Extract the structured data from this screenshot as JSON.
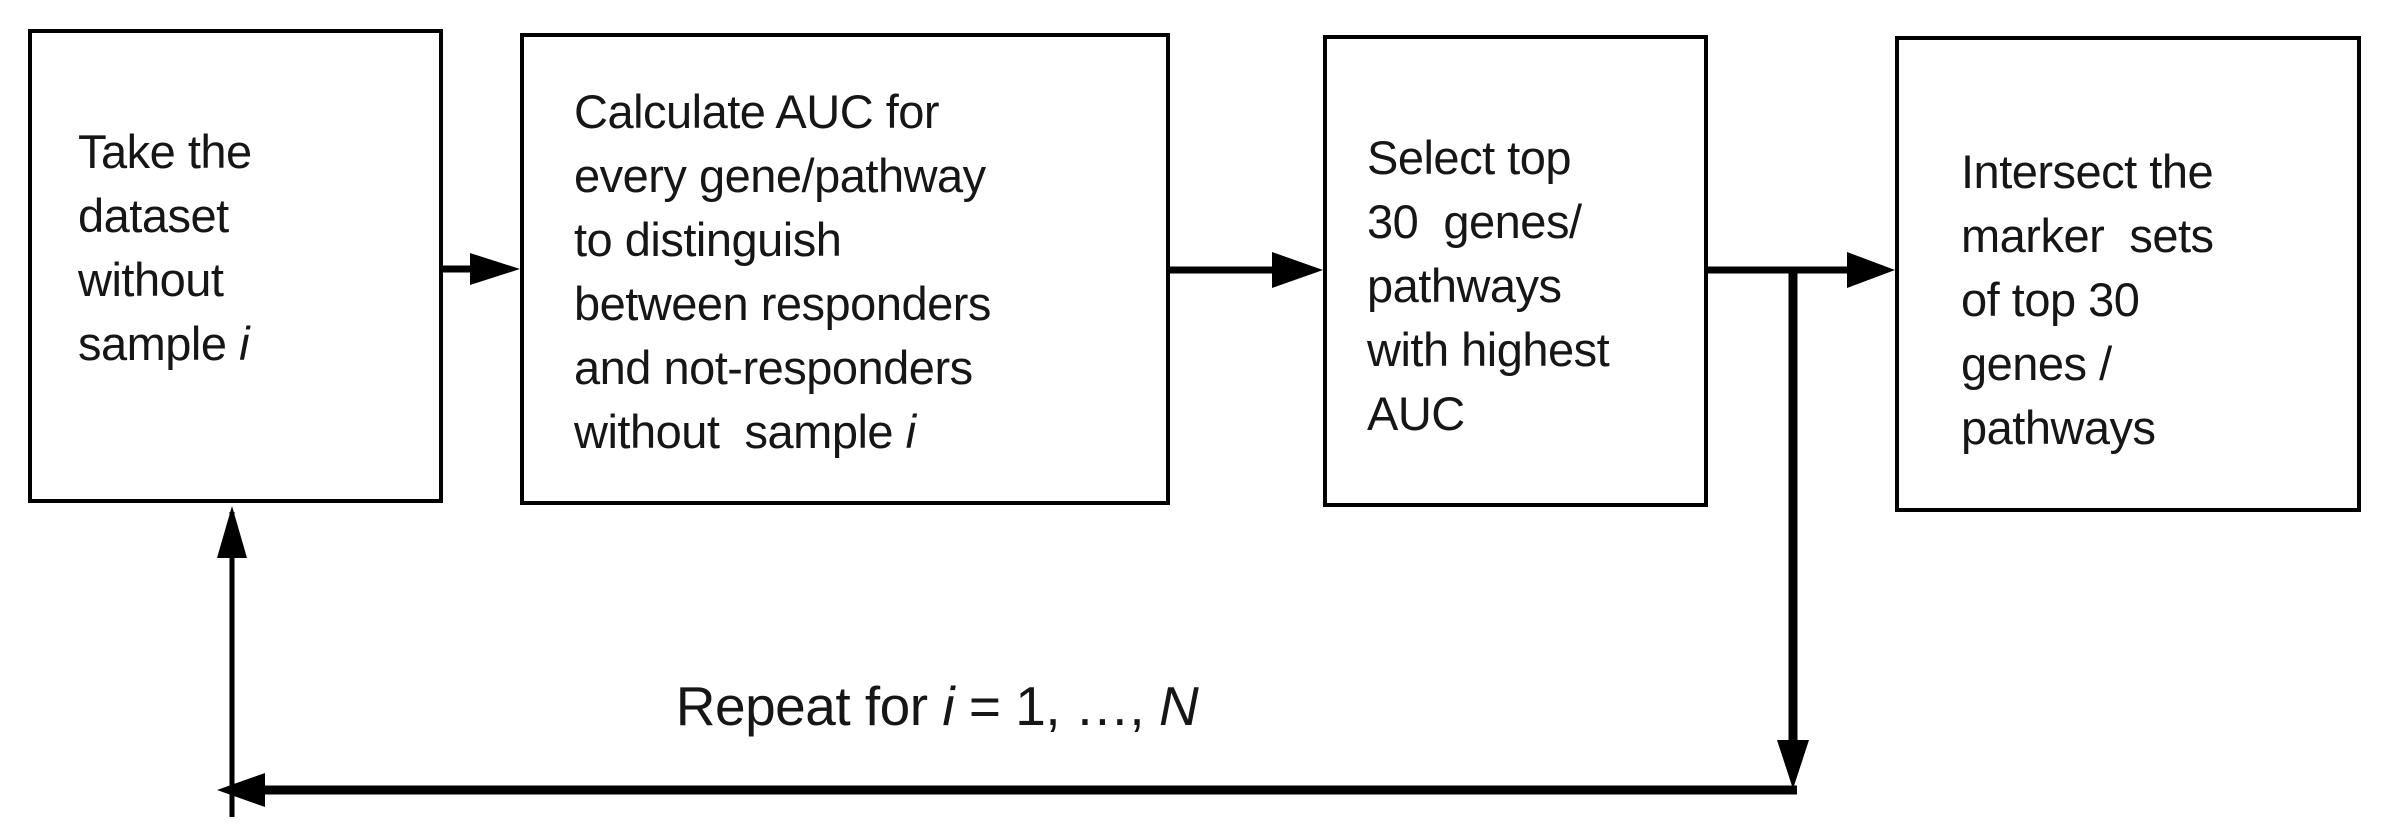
{
  "boxes": [
    {
      "name": "take-dataset",
      "lines": [
        [
          {
            "t": "Take the"
          }
        ],
        [
          {
            "t": "dataset"
          }
        ],
        [
          {
            "t": "without"
          }
        ],
        [
          {
            "t": "sample "
          },
          {
            "t": "i",
            "italic": true
          }
        ]
      ]
    },
    {
      "name": "calculate-auc",
      "lines": [
        [
          {
            "t": "Calculate AUC for"
          }
        ],
        [
          {
            "t": "every gene/pathway"
          }
        ],
        [
          {
            "t": "to distinguish"
          }
        ],
        [
          {
            "t": "between responders"
          }
        ],
        [
          {
            "t": "and not-responders"
          }
        ],
        [
          {
            "t": "without  sample "
          },
          {
            "t": "i",
            "italic": true
          }
        ]
      ]
    },
    {
      "name": "select-top-30",
      "lines": [
        [
          {
            "t": "Select top"
          }
        ],
        [
          {
            "t": "30  genes/"
          }
        ],
        [
          {
            "t": "pathways"
          }
        ],
        [
          {
            "t": "with highest"
          }
        ],
        [
          {
            "t": "AUC"
          }
        ]
      ]
    },
    {
      "name": "intersect-marker-sets",
      "lines": [
        [
          {
            "t": "Intersect the"
          }
        ],
        [
          {
            "t": "marker  sets"
          }
        ],
        [
          {
            "t": "of top 30"
          }
        ],
        [
          {
            "t": "genes /"
          }
        ],
        [
          {
            "t": "pathways"
          }
        ]
      ]
    }
  ],
  "loop_label": [
    {
      "t": "Repeat for "
    },
    {
      "t": "i",
      "italic": true
    },
    {
      "t": " = 1, …, "
    },
    {
      "t": "N",
      "italic": true
    }
  ],
  "colors": {
    "stroke": "#000000",
    "text": "#161616",
    "background": "#ffffff"
  }
}
